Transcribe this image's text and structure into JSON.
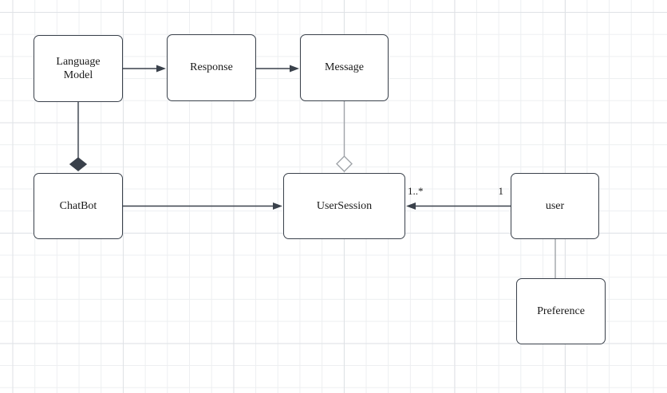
{
  "diagram": {
    "type": "uml-class-diagram",
    "nodes": [
      {
        "id": "language-model",
        "label": "Language Model"
      },
      {
        "id": "response",
        "label": "Response"
      },
      {
        "id": "message",
        "label": "Message"
      },
      {
        "id": "chatbot",
        "label": "ChatBot"
      },
      {
        "id": "usersession",
        "label": "UserSession"
      },
      {
        "id": "user",
        "label": "user"
      },
      {
        "id": "preference",
        "label": "Preference"
      }
    ],
    "edges": [
      {
        "from": "Language Model",
        "to": "Response",
        "style": "directed-arrow"
      },
      {
        "from": "Response",
        "to": "Message",
        "style": "directed-arrow"
      },
      {
        "from": "Language Model",
        "to": "ChatBot",
        "style": "composition-filled-diamond-at-chatbot"
      },
      {
        "from": "Message",
        "to": "UserSession",
        "style": "aggregation-hollow-diamond-at-usersession"
      },
      {
        "from": "ChatBot",
        "to": "UserSession",
        "style": "directed-arrow"
      },
      {
        "from": "user",
        "to": "UserSession",
        "style": "directed-arrow",
        "source_label": "1",
        "target_label": "1..*"
      },
      {
        "from": "user",
        "to": "Preference",
        "style": "plain-line"
      }
    ],
    "colors": {
      "background": "#ffffff",
      "grid_minor": "#edeff1",
      "grid_major": "#dfe2e6",
      "node_fill": "#ffffff",
      "node_stroke": "#3a414b",
      "edge_stroke_dark": "#3a414b",
      "edge_stroke_muted": "#a0a4a9",
      "text": "#1a1a1a"
    }
  }
}
